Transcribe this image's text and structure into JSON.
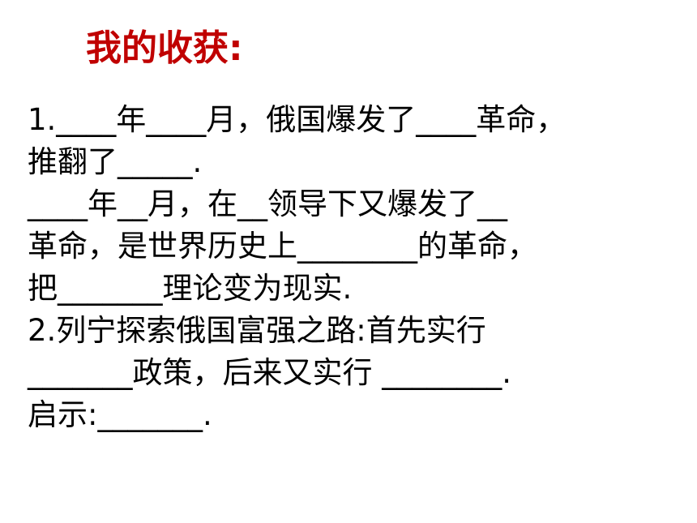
{
  "title": "我的收获:",
  "lines": [
    "1.____年____月，俄国爆发了____革命，",
    "推翻了_____.",
    "____年__月，在__领导下又爆发了__",
    "革命，是世界历史上________的革命，",
    "把_______理论变为现实.",
    "2.列宁探索俄国富强之路:首先实行",
    "_______政策，后来又实行 ________.",
    "启示:_______."
  ],
  "colors": {
    "title": "#c00000",
    "text": "#000000",
    "background": "#ffffff"
  }
}
